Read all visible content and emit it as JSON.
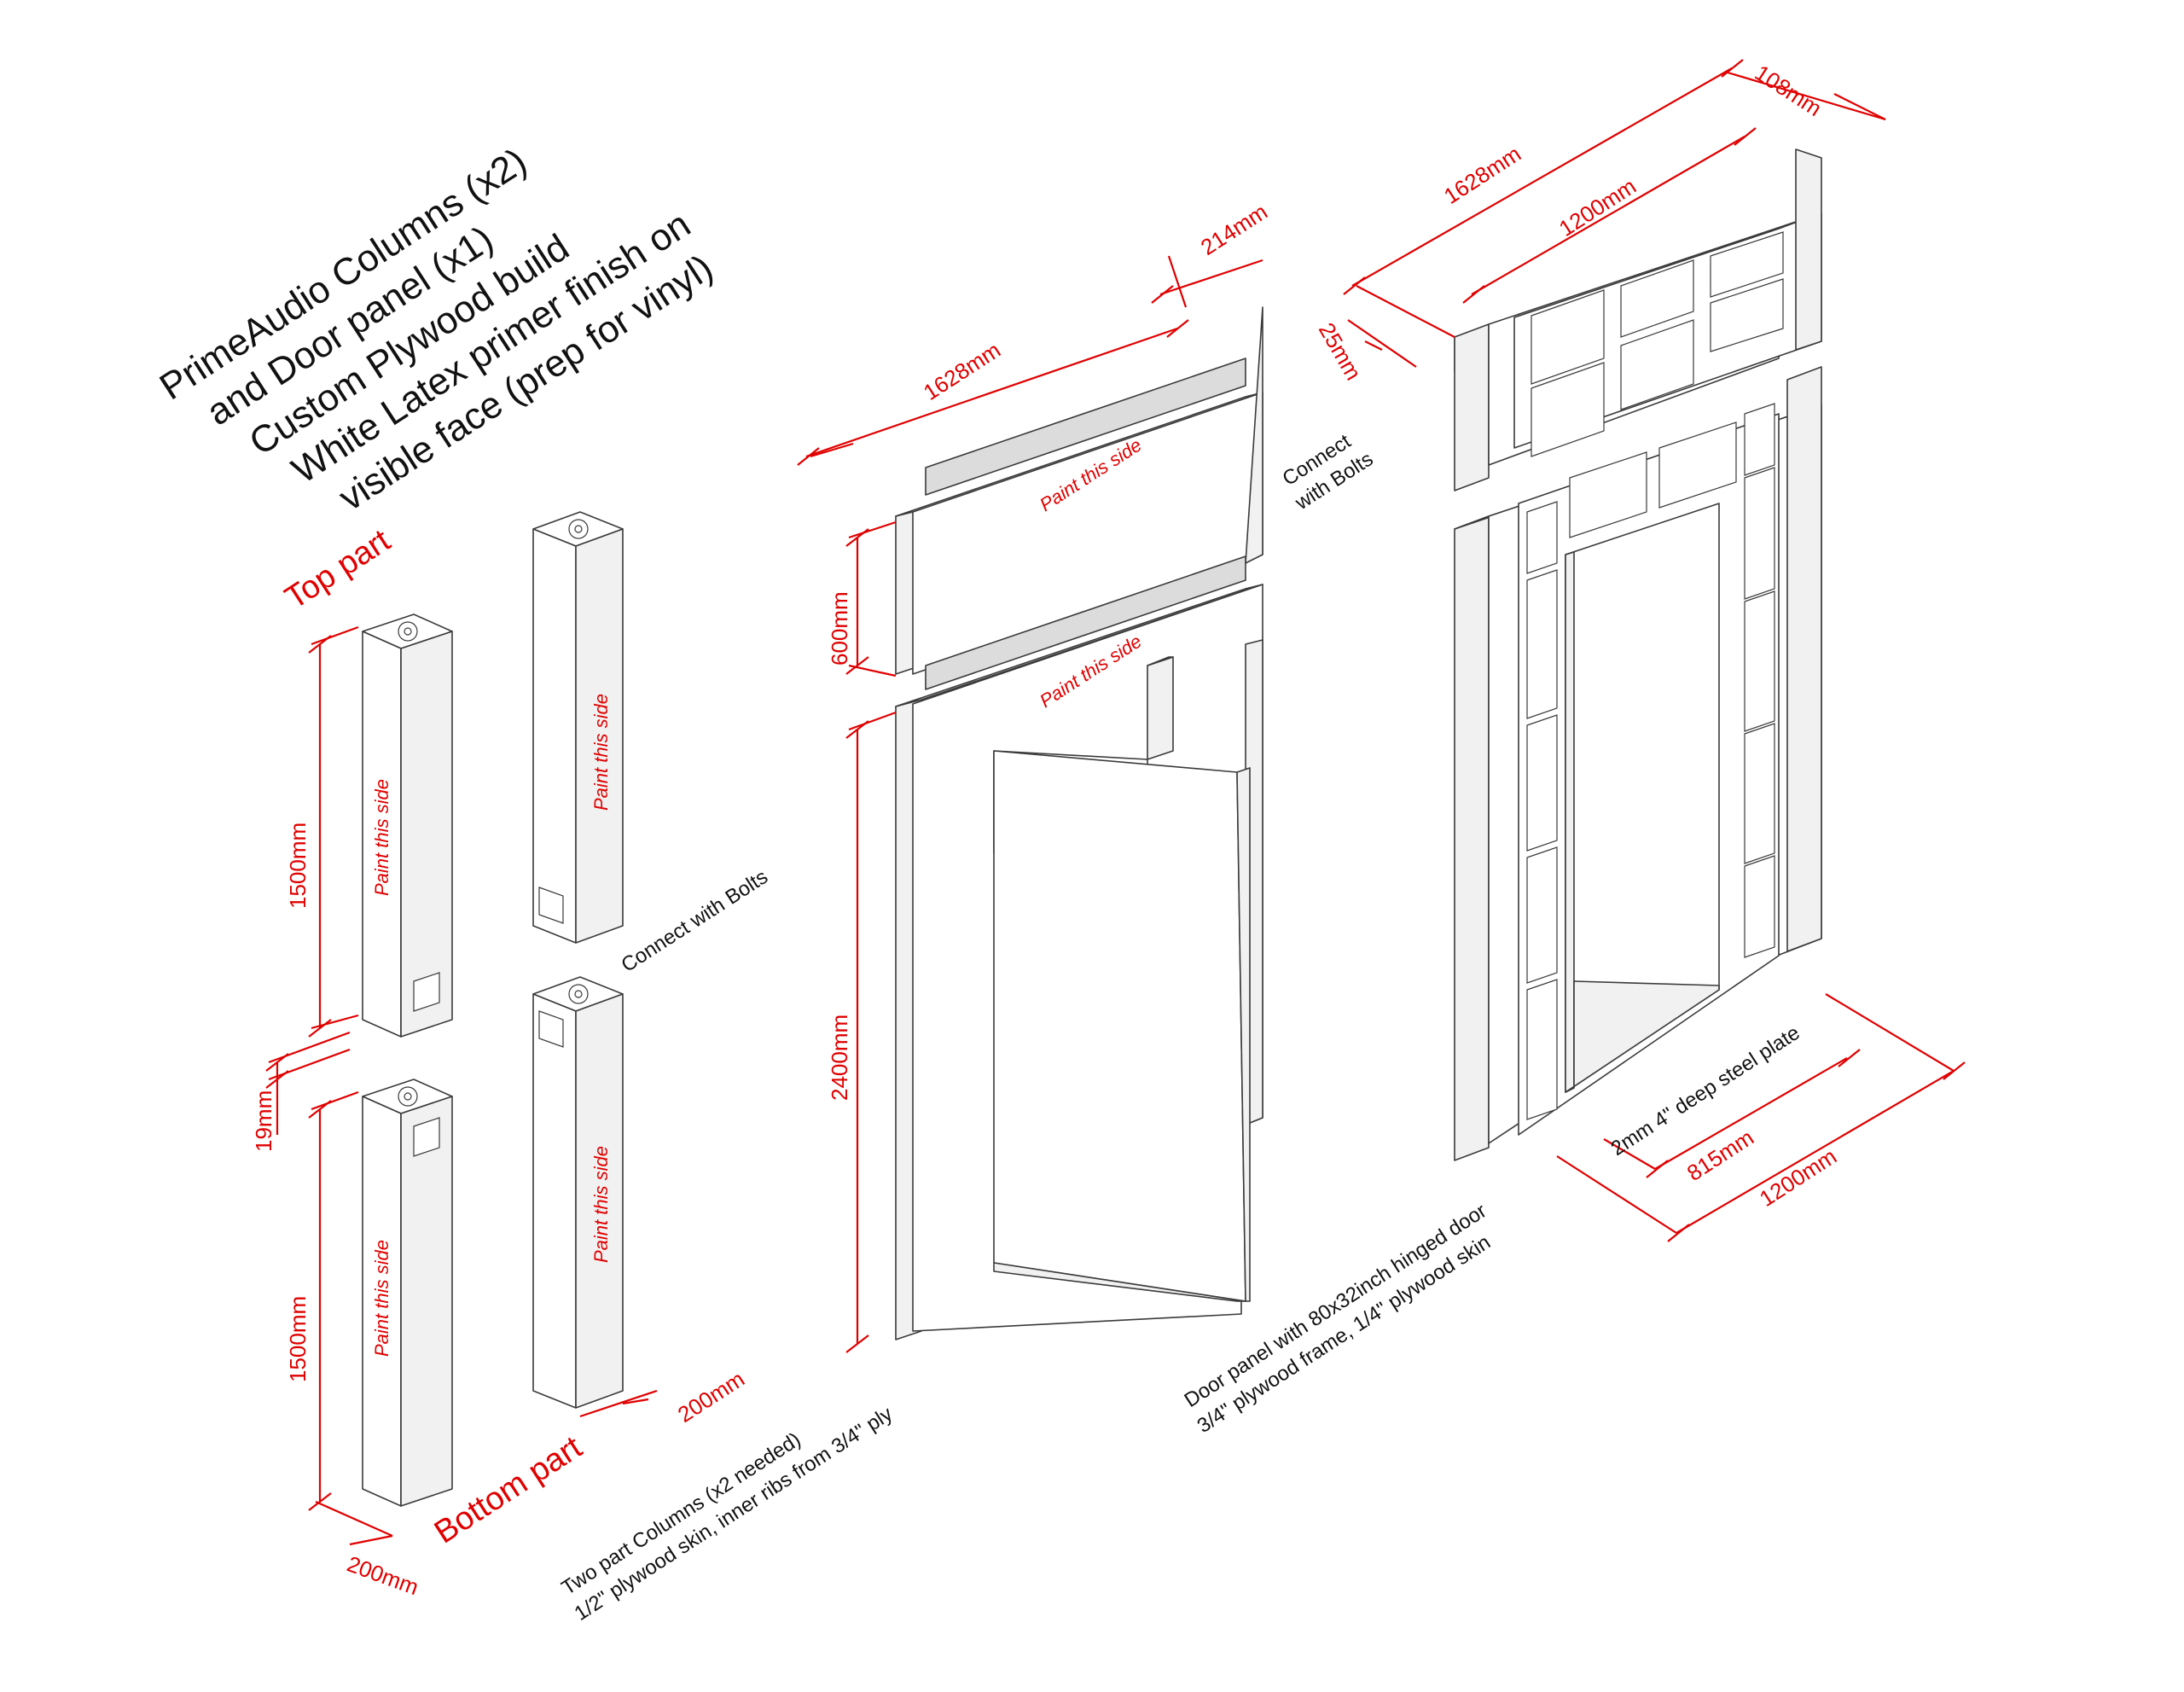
{
  "title": {
    "lines": [
      "PrimeAudio Columns (x2)",
      "and Door panel (x1)",
      "Custom Plywood build",
      "White Latex primer finish on",
      "visible face (prep for vinyl)"
    ]
  },
  "labels": {
    "top_part": "Top part",
    "bottom_part": "Bottom part",
    "paint_side": "Paint this side",
    "connect_bolts_columns": "Connect with Bolts",
    "connect_bolts_panel": [
      "Connect",
      "with Bolts"
    ]
  },
  "dimensions": {
    "column_top_height": "1500mm",
    "column_bottom_height": "1500mm",
    "column_gap": "19mm",
    "column_width_front": "200mm",
    "column_width_side": "200mm",
    "header_width": "1628mm",
    "header_depth": "214mm",
    "header_height": "600mm",
    "panel_height": "2400mm",
    "frame_top_width": "1628mm",
    "frame_inner_width": "1200mm",
    "frame_depth": "108mm",
    "frame_skin": "25mm",
    "door_opening": "815mm",
    "frame_bottom_width": "1200mm"
  },
  "notes": {
    "columns": [
      "Two part Columns (x2 needed)",
      "1/2\" plywood skin, inner ribs from 3/4\"  ply"
    ],
    "door_panel": [
      "Door panel with 80x32inch hinged door",
      "3/4\" plywood frame, 1/4\" plywood skin"
    ],
    "steel_plate": "2mm 4\" deep steel plate"
  },
  "colors": {
    "dimension": "#e00000",
    "line": "#3a3a3a",
    "text": "#111111"
  }
}
